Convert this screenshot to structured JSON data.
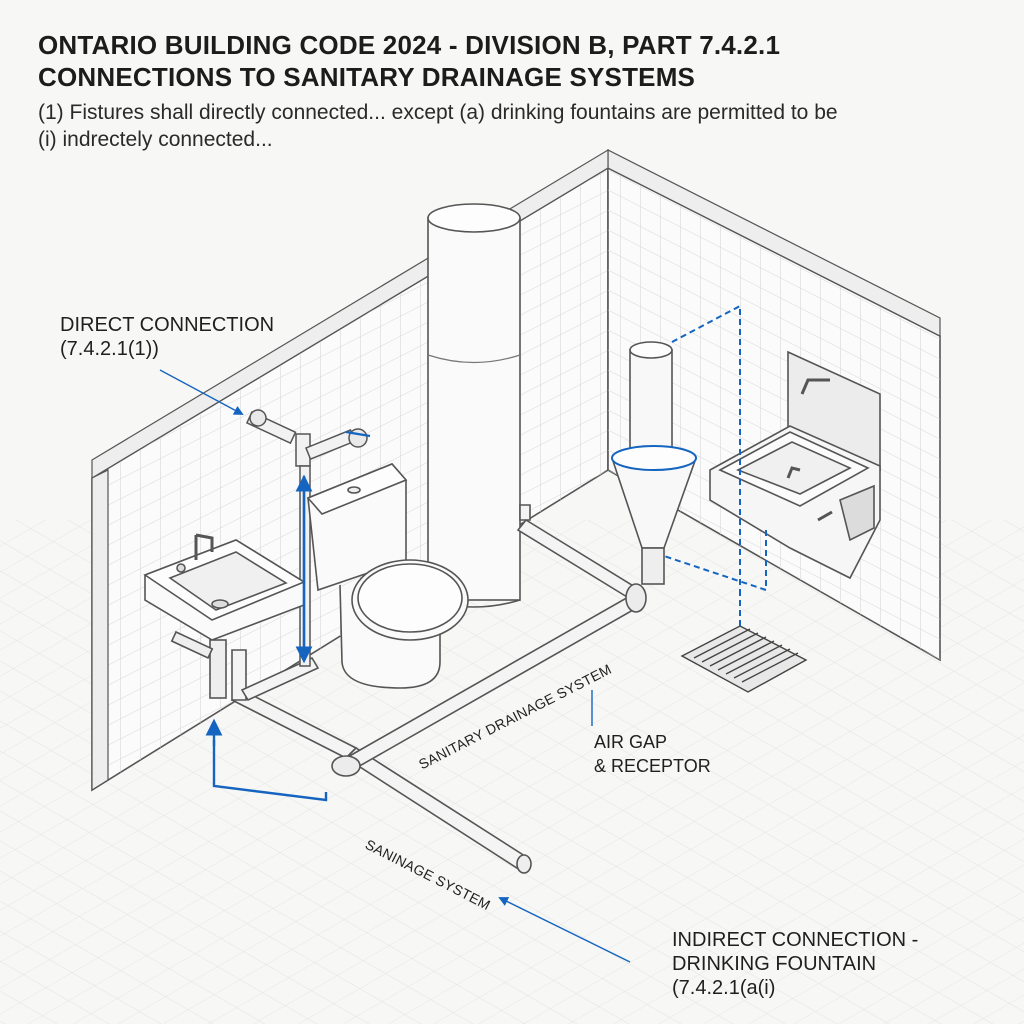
{
  "header": {
    "title_line1": "ONTARIO BUILDING CODE 2024 - DIVISION B, PART 7.4.2.1",
    "title_line2": "CONNECTIONS TO SANITARY DRAINAGE SYSTEMS",
    "note_line1": "(1) Fistures shall directly connected... except (a) drinking fountains are permitted to be",
    "note_line2": "(i) indrectely connected..."
  },
  "labels": {
    "direct_line1": "DIRECT CONNECTION",
    "direct_line2": "(7.4.2.1(1))",
    "air_gap_line1": "AIR GAP",
    "air_gap_line2": "& RECEPTOR",
    "sanitary_pipe": "SANITARY DRAINAGE SYSTEM",
    "saninage_pipe": "SANINAGE SYSTEM",
    "indirect_line1": "INDIRECT CONNECTION -",
    "indirect_line2": "DRINKING FOUNTAIN",
    "indirect_line3": "(7.4.2.1(a(i)"
  },
  "colors": {
    "accent": "#1565c0",
    "line": "#4a4a4a",
    "grid": "#d9d9d9"
  }
}
